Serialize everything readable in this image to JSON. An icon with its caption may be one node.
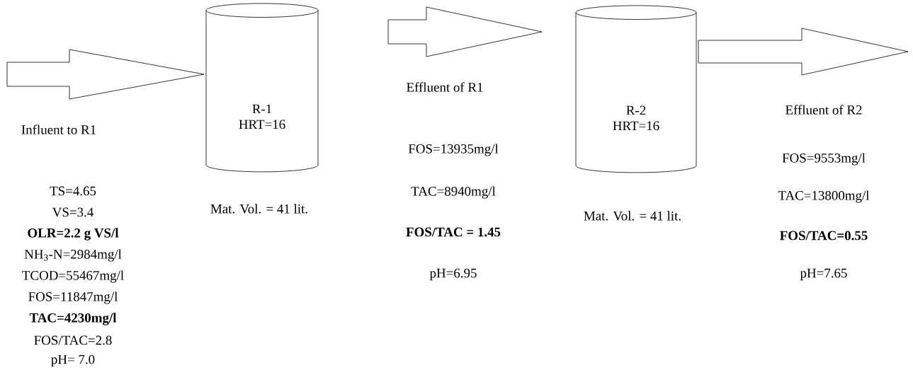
{
  "diagram": {
    "nodes": [
      {
        "text": [
          "R-1",
          "HRT=16"
        ],
        "beside": [
          "Mat. Vol. = 41 lit."
        ]
      },
      {
        "text": [
          "R-2",
          "HRT=16"
        ],
        "beside": [
          "Mat. Vol. = 41 lit."
        ]
      }
    ],
    "edges": [
      {
        "from": null,
        "to": 0,
        "arrow": "to"
      },
      {
        "from": 0,
        "to": 1,
        "arrow": "to"
      },
      {
        "from": 1,
        "to": null,
        "arrow": "to"
      }
    ],
    "labels": [
      "Influent to R1",
      "TS=4.65",
      "VS=3.4",
      "OLR=2.2 g VS/l",
      "NH$_{3}$-N=2984mg/l",
      "TCOD=55467mg/l",
      "FOS=11847mg/l",
      "TAC=4230mg/l",
      "FOS/TAC=2.8",
      "pH= 7.0",
      "Effluent of R1",
      "FOS=13935mg/l",
      "TAC=8940mg/l",
      "FOS/TAC = 1.45",
      "pH=6.95",
      "Effluent of R2",
      "FOS=9553mg/l",
      "TAC=13800mg/l",
      "FOS/TAC=0.55",
      "pH=7.65"
    ]
  }
}
